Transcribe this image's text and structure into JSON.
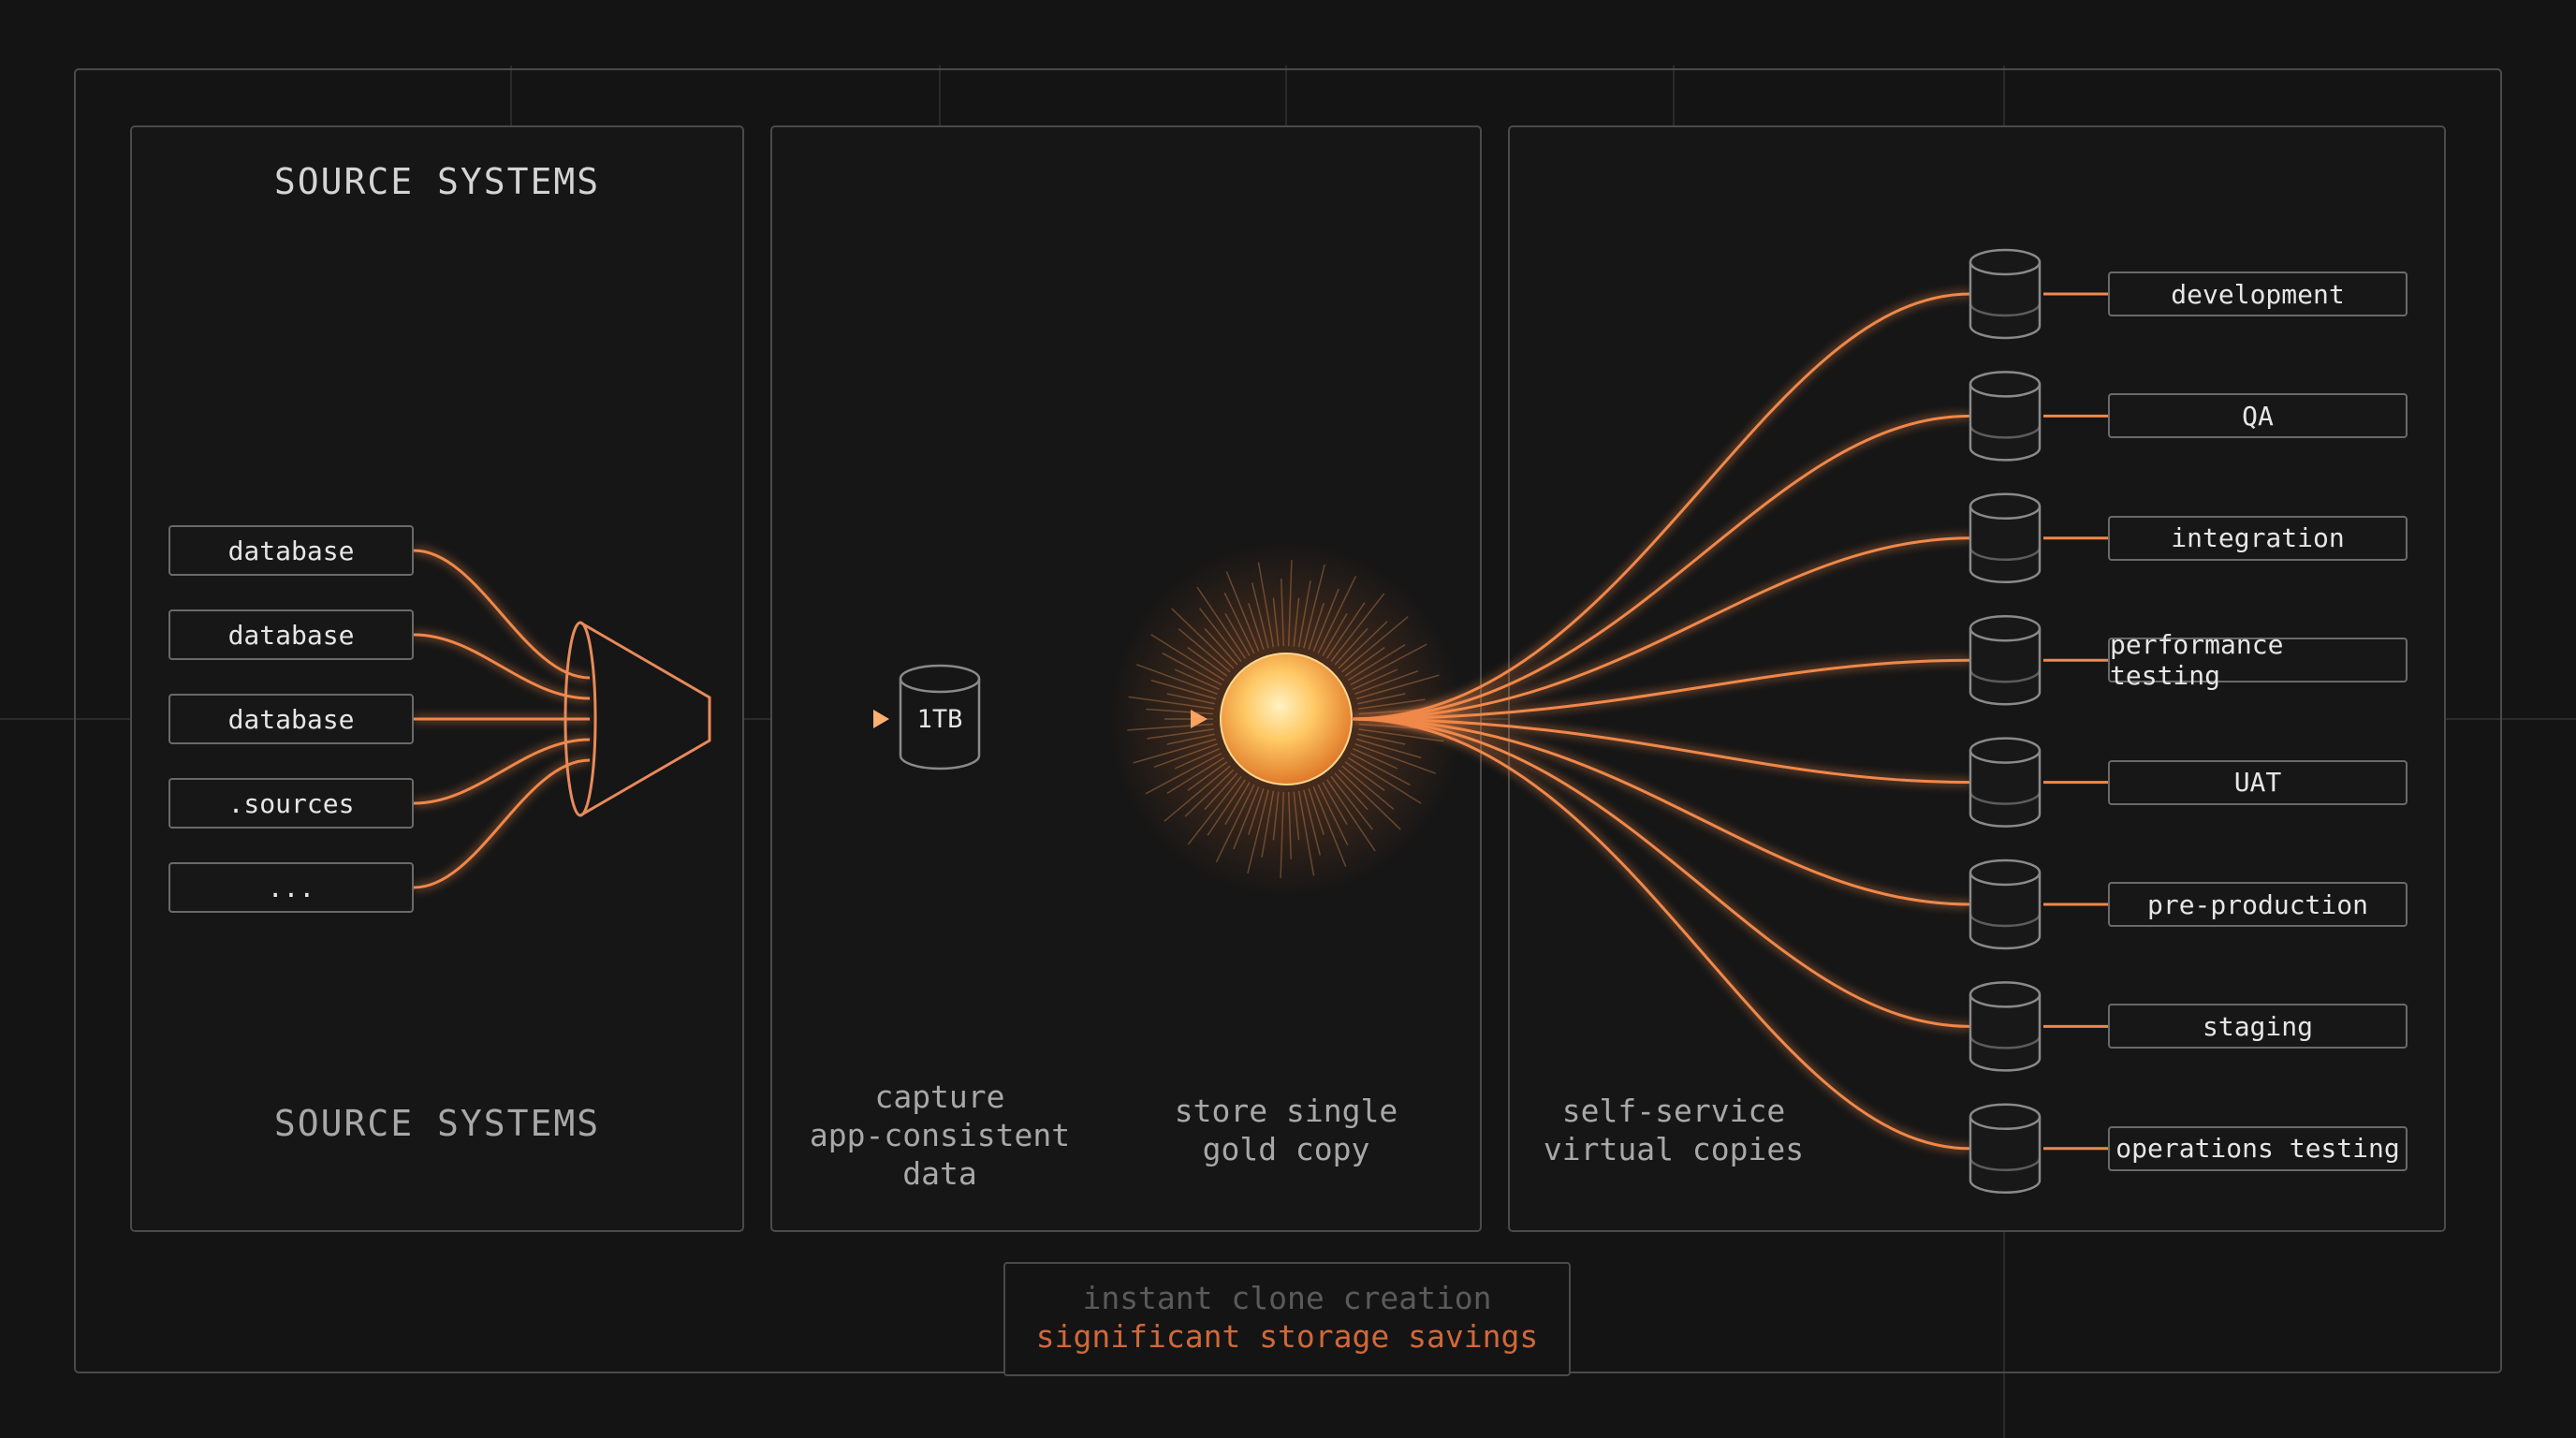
{
  "sources": {
    "title_top": "SOURCE SYSTEMS",
    "title_bottom": "SOURCE SYSTEMS",
    "items": [
      "database",
      "database",
      "database",
      ".sources",
      "..."
    ]
  },
  "capture": {
    "volume_label": "1TB",
    "caption": [
      "capture",
      "app-consistent",
      "data"
    ]
  },
  "gold": {
    "caption": [
      "store single",
      "gold copy"
    ]
  },
  "copies": {
    "caption": [
      "self-service",
      "virtual copies"
    ],
    "targets": [
      "development",
      "QA",
      "integration",
      "performance testing",
      "UAT",
      "pre-production",
      "staging",
      "operations testing"
    ]
  },
  "callout": {
    "line1": "instant clone creation",
    "line2": "significant storage savings"
  },
  "colors": {
    "accent": "#f0884a",
    "accent_text": "#d0683a",
    "glow_core": "#ffd27a",
    "panel_border": "#4a4a4a",
    "background": "#141414"
  },
  "icons": {
    "funnel": "funnel-icon",
    "cylinder": "database-cylinder-icon",
    "sun": "glowing-orb-icon"
  }
}
